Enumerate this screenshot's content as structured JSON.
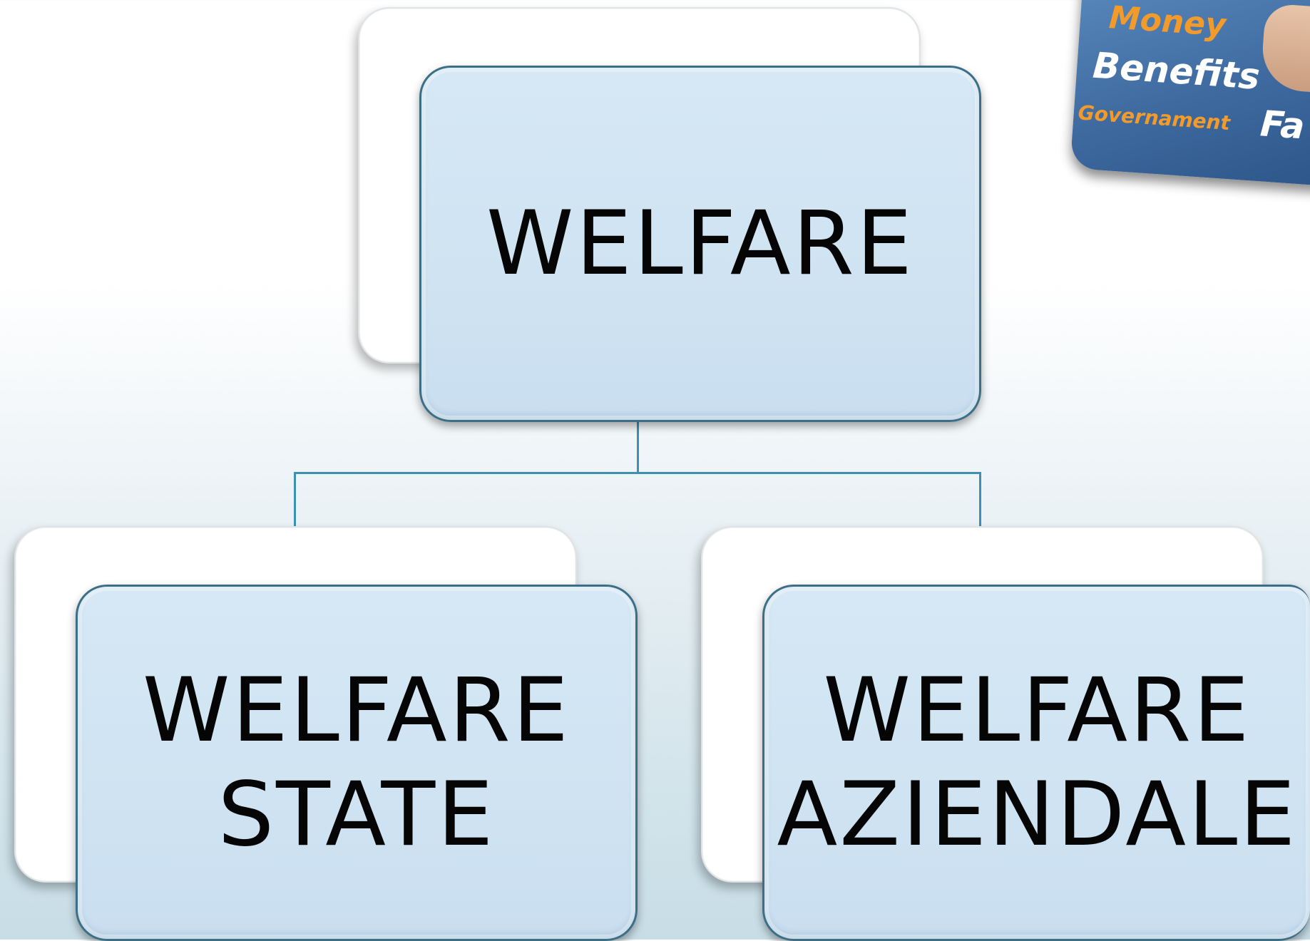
{
  "root": {
    "label": "WELFARE"
  },
  "children": [
    {
      "line1": "WELFARE",
      "line2": "STATE"
    },
    {
      "line1": "WELFARE",
      "line2": "AZIENDALE"
    }
  ],
  "corner_image": {
    "words": [
      "Money",
      "Benefits",
      "Governament",
      "Fa"
    ]
  },
  "colors": {
    "card_fill": "#cfe3f2",
    "card_border": "#3c6f86",
    "connector": "#3d8fb4",
    "text": "#050505"
  }
}
